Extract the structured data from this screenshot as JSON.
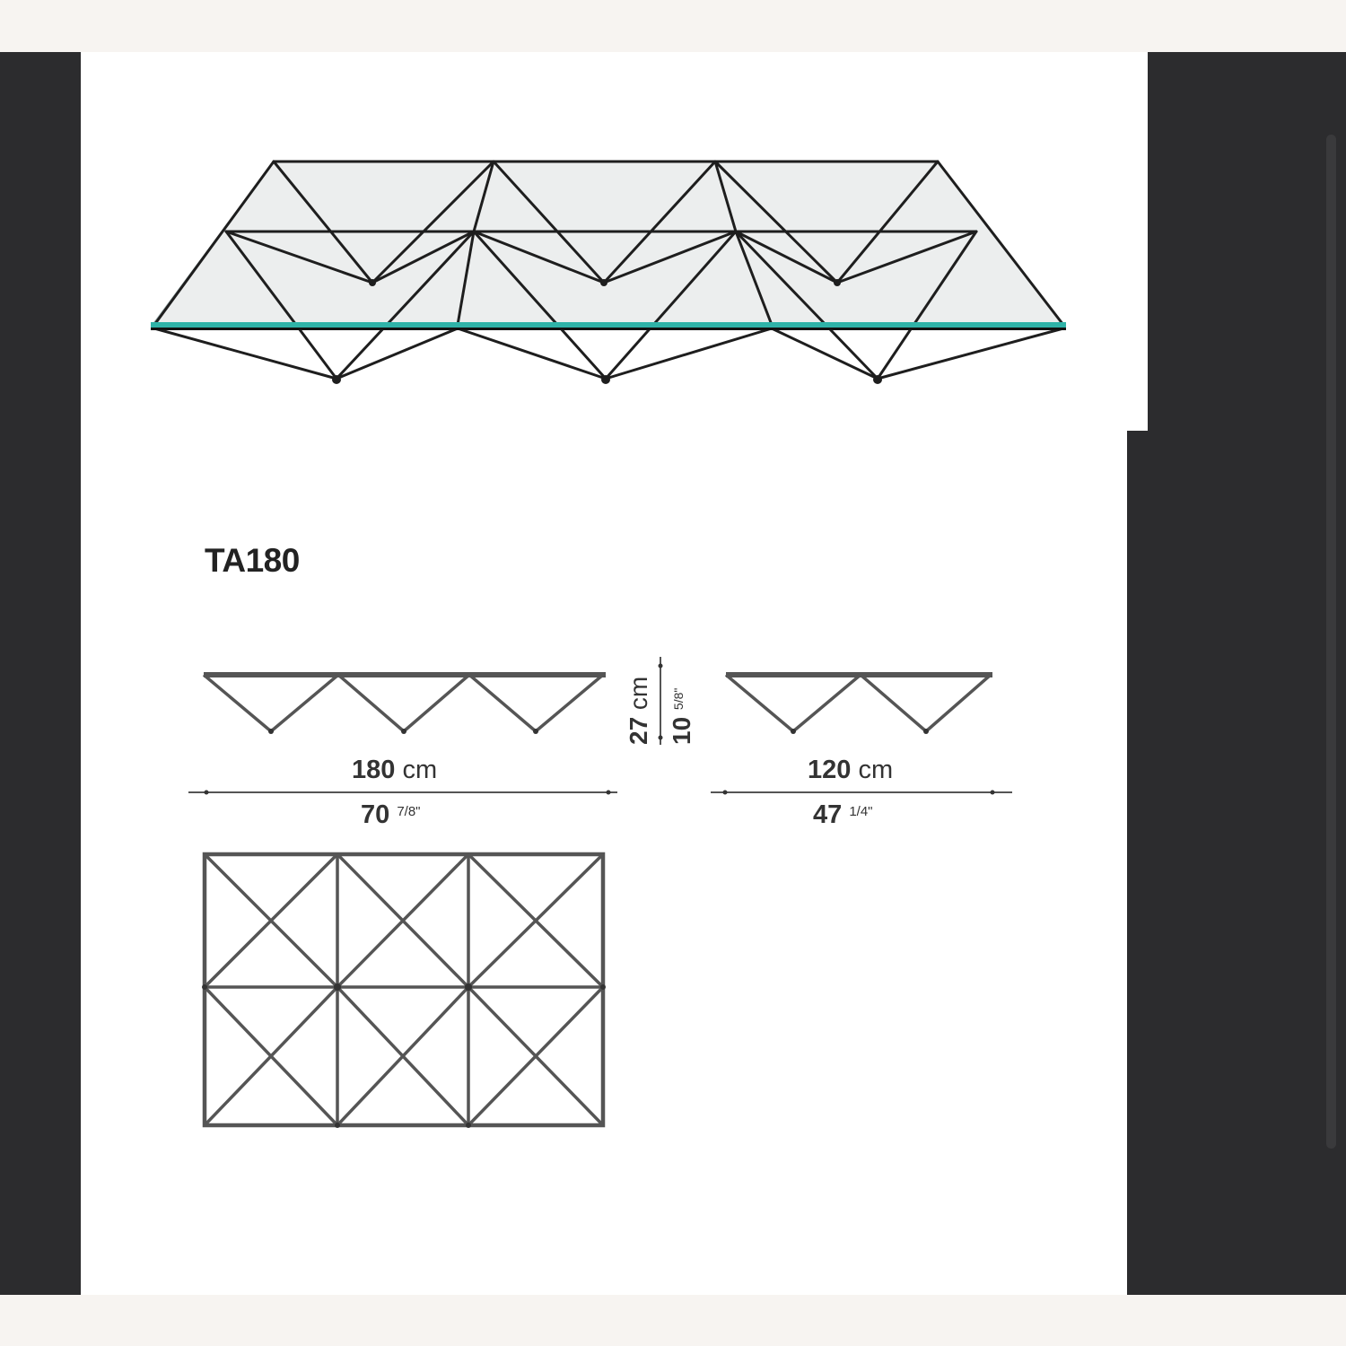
{
  "viewer": {
    "colors": {
      "page_background": "#f7f4f1",
      "viewer_background": "#2c2c2e",
      "image_background": "#ffffff",
      "scrollbar": "#3a3a3c",
      "glass_edge": "#2fb3a8",
      "frame": "#1e1e1e"
    }
  },
  "product": {
    "model": "TA180",
    "length": {
      "cm": "180",
      "cm_unit": "cm",
      "inches_whole": "70",
      "inches_frac": "7/8\""
    },
    "width": {
      "cm": "120",
      "cm_unit": "cm",
      "inches_whole": "47",
      "inches_frac": "1/4\""
    },
    "height": {
      "cm": "27",
      "cm_unit": "cm",
      "inches_whole": "10",
      "inches_frac": "5/8\""
    }
  },
  "drawings": {
    "photo": "glass-top-coffee-table-render",
    "side_elevation_long": "three-triangle-frame-elevation",
    "side_elevation_short": "two-triangle-frame-elevation",
    "plan_view": "3x2-grid-with-diagonals"
  }
}
